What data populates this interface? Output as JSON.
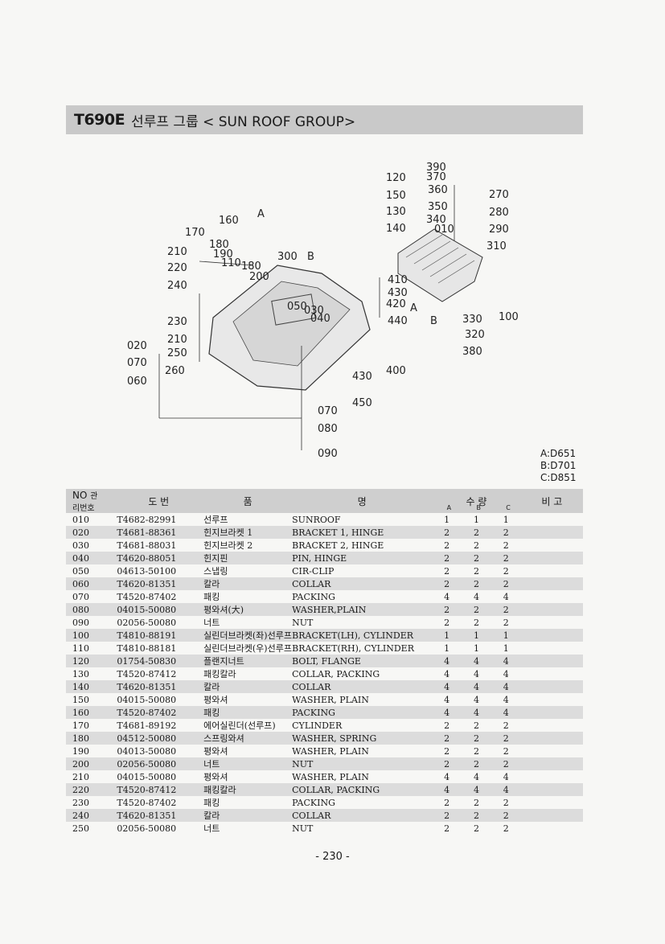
{
  "header": {
    "code": "T690E",
    "title": "선루프 그룹 < SUN ROOF GROUP>"
  },
  "diagram": {
    "labels": [
      "120",
      "150",
      "130",
      "140",
      "390",
      "370",
      "360",
      "350",
      "340",
      "010",
      "270",
      "280",
      "290",
      "310",
      "160",
      "A",
      "170",
      "180",
      "190",
      "110",
      "180",
      "210",
      "220",
      "240",
      "300",
      "B",
      "200",
      "050",
      "030",
      "040",
      "410",
      "430",
      "420",
      "A",
      "440",
      "B",
      "330",
      "100",
      "320",
      "380",
      "230",
      "210",
      "020",
      "250",
      "070",
      "260",
      "060",
      "400",
      "430",
      "450",
      "070",
      "080",
      "090"
    ]
  },
  "legend": [
    "A:D651",
    "B:D701",
    "C:D851"
  ],
  "table": {
    "headers": {
      "no": "NO",
      "mgmt": "관리번호",
      "part_no": "도 번",
      "name_ko": "품",
      "name_en": "명",
      "qty": "수 량",
      "qty_a": "A",
      "qty_b": "B",
      "qty_c": "C",
      "remark": "비 고"
    },
    "rows": [
      {
        "no": "010",
        "part": "T4682-82991",
        "ko": "선루프",
        "en": "SUNROOF",
        "a": "1",
        "b": "1",
        "c": "1"
      },
      {
        "no": "020",
        "part": "T4681-88361",
        "ko": "힌지브라켓 1",
        "en": "BRACKET 1, HINGE",
        "a": "2",
        "b": "2",
        "c": "2"
      },
      {
        "no": "030",
        "part": "T4681-88031",
        "ko": "힌지브라켓 2",
        "en": "BRACKET 2, HINGE",
        "a": "2",
        "b": "2",
        "c": "2"
      },
      {
        "no": "040",
        "part": "T4620-88051",
        "ko": "힌지핀",
        "en": "PIN, HINGE",
        "a": "2",
        "b": "2",
        "c": "2"
      },
      {
        "no": "050",
        "part": "04613-50100",
        "ko": "스냅링",
        "en": "CIR-CLIP",
        "a": "2",
        "b": "2",
        "c": "2"
      },
      {
        "no": "060",
        "part": "T4620-81351",
        "ko": "칼라",
        "en": "COLLAR",
        "a": "2",
        "b": "2",
        "c": "2"
      },
      {
        "no": "070",
        "part": "T4520-87402",
        "ko": "패킹",
        "en": "PACKING",
        "a": "4",
        "b": "4",
        "c": "4"
      },
      {
        "no": "080",
        "part": "04015-50080",
        "ko": "평와셔(大)",
        "en": "WASHER,PLAIN",
        "a": "2",
        "b": "2",
        "c": "2"
      },
      {
        "no": "090",
        "part": "02056-50080",
        "ko": "너트",
        "en": "NUT",
        "a": "2",
        "b": "2",
        "c": "2"
      },
      {
        "no": "100",
        "part": "T4810-88191",
        "ko": "실린더브라켓(좌)선루프",
        "en": "BRACKET(LH), CYLINDER",
        "a": "1",
        "b": "1",
        "c": "1"
      },
      {
        "no": "110",
        "part": "T4810-88181",
        "ko": "실린더브라켓(우)선루프",
        "en": "BRACKET(RH), CYLINDER",
        "a": "1",
        "b": "1",
        "c": "1"
      },
      {
        "no": "120",
        "part": "01754-50830",
        "ko": "플랜지너트",
        "en": "BOLT, FLANGE",
        "a": "4",
        "b": "4",
        "c": "4"
      },
      {
        "no": "130",
        "part": "T4520-87412",
        "ko": "패킹칼라",
        "en": "COLLAR, PACKING",
        "a": "4",
        "b": "4",
        "c": "4"
      },
      {
        "no": "140",
        "part": "T4620-81351",
        "ko": "칼라",
        "en": "COLLAR",
        "a": "4",
        "b": "4",
        "c": "4"
      },
      {
        "no": "150",
        "part": "04015-50080",
        "ko": "평와셔",
        "en": "WASHER, PLAIN",
        "a": "4",
        "b": "4",
        "c": "4"
      },
      {
        "no": "160",
        "part": "T4520-87402",
        "ko": "패킹",
        "en": "PACKING",
        "a": "4",
        "b": "4",
        "c": "4"
      },
      {
        "no": "170",
        "part": "T4681-89192",
        "ko": "에어실린더(선루프)",
        "en": "CYLINDER",
        "a": "2",
        "b": "2",
        "c": "2"
      },
      {
        "no": "180",
        "part": "04512-50080",
        "ko": "스프링와셔",
        "en": "WASHER, SPRING",
        "a": "2",
        "b": "2",
        "c": "2"
      },
      {
        "no": "190",
        "part": "04013-50080",
        "ko": "평와셔",
        "en": "WASHER, PLAIN",
        "a": "2",
        "b": "2",
        "c": "2"
      },
      {
        "no": "200",
        "part": "02056-50080",
        "ko": "너트",
        "en": "NUT",
        "a": "2",
        "b": "2",
        "c": "2"
      },
      {
        "no": "210",
        "part": "04015-50080",
        "ko": "평와셔",
        "en": "WASHER, PLAIN",
        "a": "4",
        "b": "4",
        "c": "4"
      },
      {
        "no": "220",
        "part": "T4520-87412",
        "ko": "패킹칼라",
        "en": "COLLAR, PACKING",
        "a": "4",
        "b": "4",
        "c": "4"
      },
      {
        "no": "230",
        "part": "T4520-87402",
        "ko": "패킹",
        "en": "PACKING",
        "a": "2",
        "b": "2",
        "c": "2"
      },
      {
        "no": "240",
        "part": "T4620-81351",
        "ko": "칼라",
        "en": "COLLAR",
        "a": "2",
        "b": "2",
        "c": "2"
      },
      {
        "no": "250",
        "part": "02056-50080",
        "ko": "너트",
        "en": "NUT",
        "a": "2",
        "b": "2",
        "c": "2"
      }
    ]
  },
  "footer": {
    "page": "- 230 -"
  }
}
